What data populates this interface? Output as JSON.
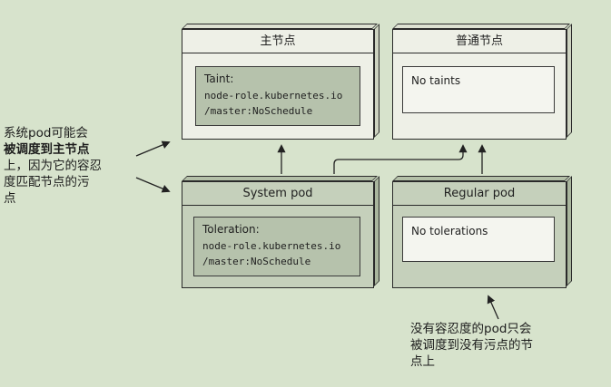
{
  "diagram": {
    "master_node": {
      "title": "主节点",
      "taint_label": "Taint:",
      "taint_value": "node-role.kubernetes.io\n/master:NoSchedule"
    },
    "regular_node": {
      "title": "普通节点",
      "taints_text": "No taints"
    },
    "system_pod": {
      "title": "System pod",
      "toleration_label": "Toleration:",
      "toleration_value": "node-role.kubernetes.io\n/master:NoSchedule"
    },
    "regular_pod": {
      "title": "Regular pod",
      "tolerations_text": "No tolerations"
    }
  },
  "annotations": {
    "left_lines": [
      "系统pod可能会",
      "被调度到主节点",
      "上，因为它的容忍",
      "度匹配节点的污",
      "点"
    ],
    "bottom_lines": [
      "没有容忍度的pod只会",
      "被调度到没有污点的节",
      "点上"
    ]
  },
  "colors": {
    "background": "#d7e3cc",
    "node_fill": "#eef0e7",
    "pod_fill": "#c5d0bb",
    "inner_shaded": "#b6c2ac",
    "inner_white": "#f4f5ef",
    "line": "#222222"
  }
}
